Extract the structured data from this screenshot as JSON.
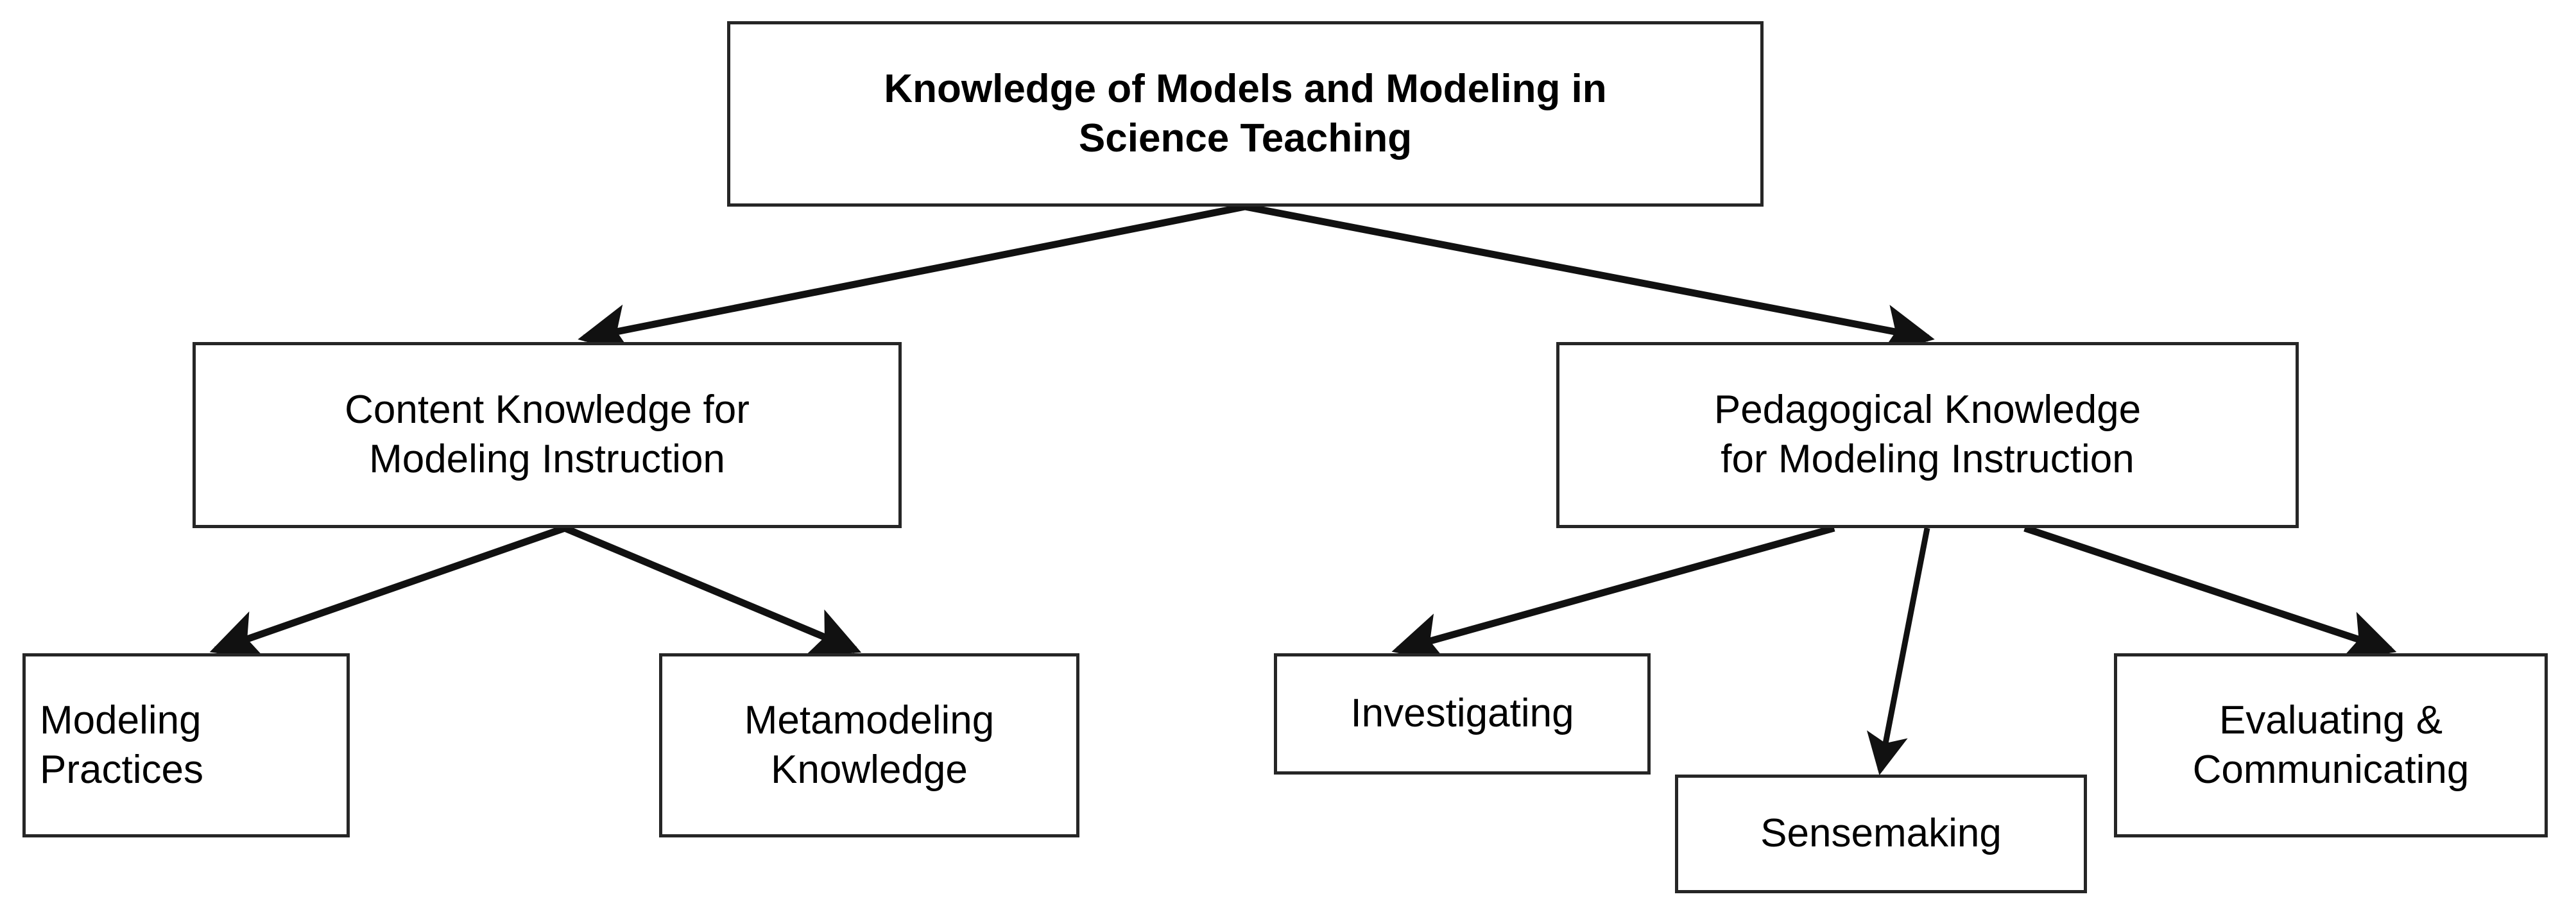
{
  "diagram": {
    "type": "hierarchy-tree",
    "background_color": "#ffffff",
    "line_color": "#262626",
    "text_color": "#000000",
    "nodes": {
      "root": {
        "label": "Knowledge of Models and Modeling in\nScience Teaching"
      },
      "content_knowledge": {
        "label": "Content Knowledge for\nModeling Instruction"
      },
      "pedagogical_knowledge": {
        "label": "Pedagogical Knowledge\nfor Modeling Instruction"
      },
      "modeling_practices": {
        "label": "Modeling\nPractices"
      },
      "metamodeling_knowledge": {
        "label": "Metamodeling\nKnowledge"
      },
      "investigating": {
        "label": "Investigating"
      },
      "sensemaking": {
        "label": "Sensemaking"
      },
      "evaluating_communicating": {
        "label": "Evaluating &\nCommunicating"
      }
    },
    "edges": [
      {
        "from": "root",
        "to": "content_knowledge"
      },
      {
        "from": "root",
        "to": "pedagogical_knowledge"
      },
      {
        "from": "content_knowledge",
        "to": "modeling_practices"
      },
      {
        "from": "content_knowledge",
        "to": "metamodeling_knowledge"
      },
      {
        "from": "pedagogical_knowledge",
        "to": "investigating"
      },
      {
        "from": "pedagogical_knowledge",
        "to": "sensemaking"
      },
      {
        "from": "pedagogical_knowledge",
        "to": "evaluating_communicating"
      }
    ]
  }
}
